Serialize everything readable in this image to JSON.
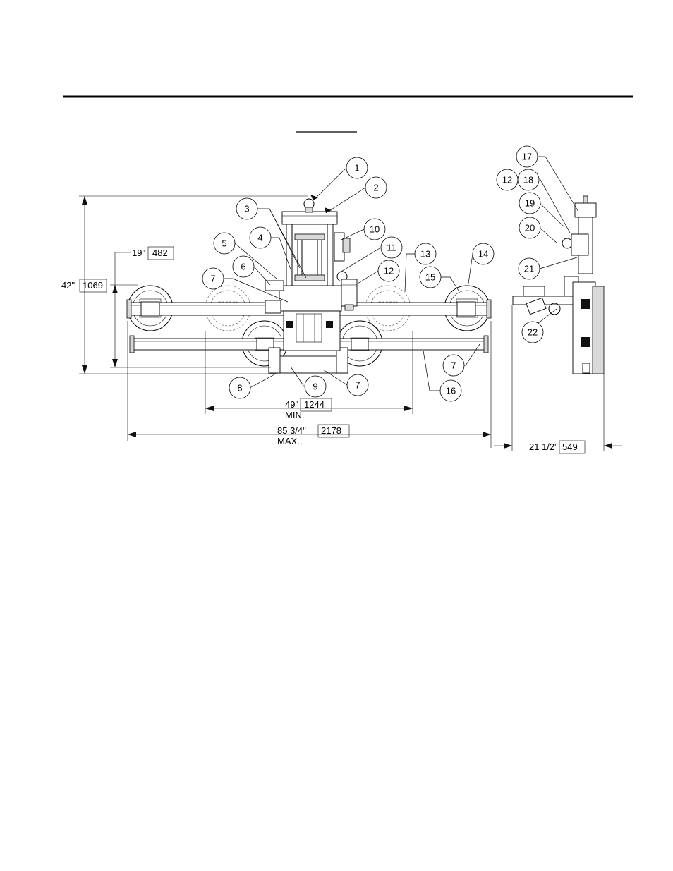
{
  "callouts": [
    "1",
    "2",
    "3",
    "4",
    "5",
    "6",
    "7",
    "10",
    "11",
    "12",
    "13",
    "14",
    "15",
    "7",
    "8",
    "9",
    "7",
    "16",
    "17",
    "12",
    "18",
    "19",
    "20",
    "21",
    "22"
  ],
  "dimensions": {
    "height_in": "42\"",
    "height_mm": "1069",
    "height2_in": "19\"",
    "height2_mm": "482",
    "width_min_in": "49\"",
    "width_min_mm": "1244",
    "width_min_note": "MIN.",
    "width_max_in": "85 3/4\"",
    "width_max_mm": "2178",
    "width_max_note": "MAX.,",
    "depth_in": "21 1/2\"",
    "depth_mm": "549"
  }
}
